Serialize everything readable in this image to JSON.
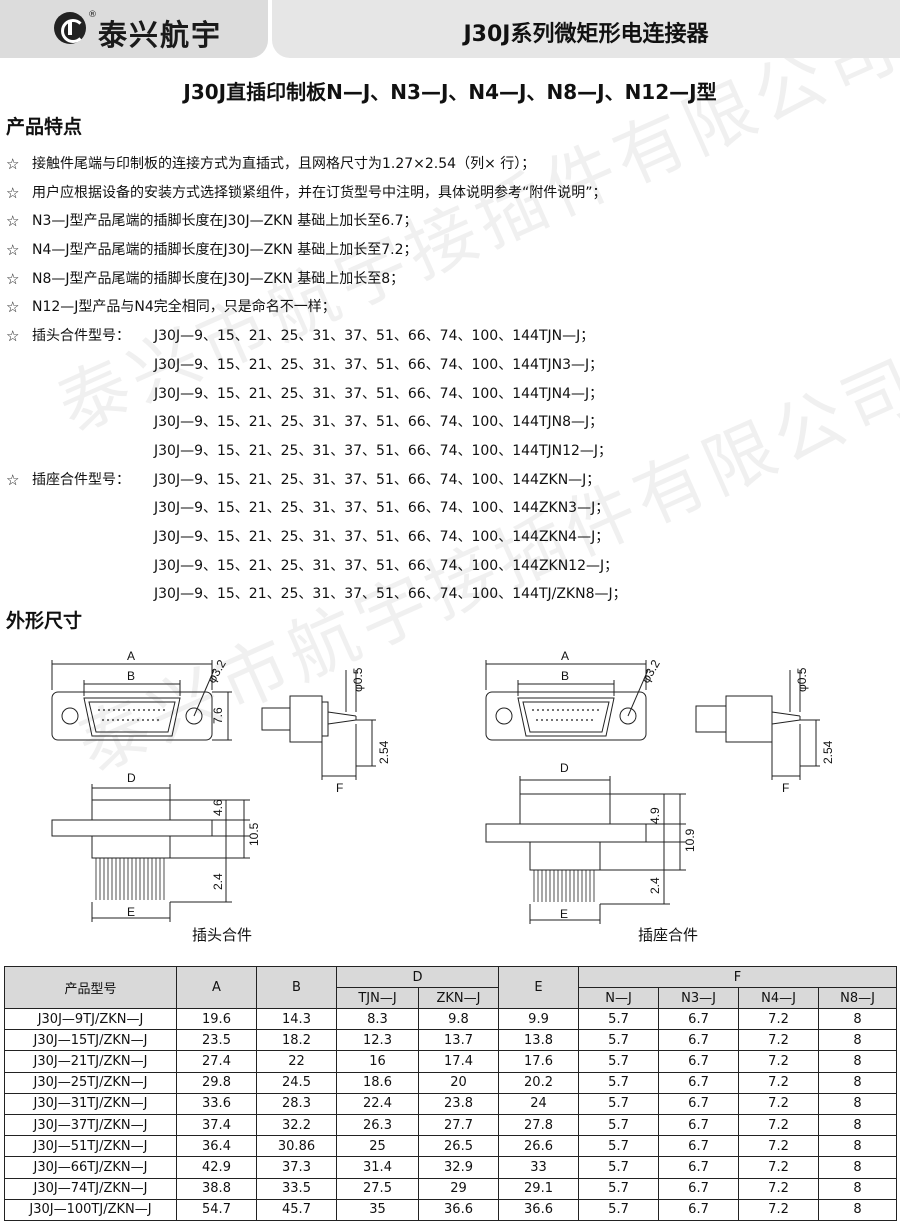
{
  "header": {
    "brand": "泰兴航宇",
    "registered_mark": "®",
    "series_title": "J30J系列微矩形电连接器"
  },
  "subtitle": "J30J直插印制板N—J、N3—J、N4—J、N8—J、N12—J型",
  "features_heading": "产品特点",
  "features": [
    "接触件尾端与印制板的连接方式为直插式，且网格尺寸为1.27×2.54（列×  行）；",
    "用户应根据设备的安装方式选择锁紧组件，并在订货型号中注明，具体说明参考“附件说明”；",
    "N3—J型产品尾端的插脚长度在J30J—ZKN 基础上加长至6.7；",
    "N4—J型产品尾端的插脚长度在J30J—ZKN 基础上加长至7.2；",
    "N8—J型产品尾端的插脚长度在J30J—ZKN 基础上加长至8；",
    "N12—J型产品与N4完全相同，只是命名不一样；"
  ],
  "plug_label": "插头合件型号：",
  "plug_models": [
    "J30J—9、15、21、25、31、37、51、66、74、100、144TJN—J；",
    "J30J—9、15、21、25、31、37、51、66、74、100、144TJN3—J；",
    "J30J—9、15、21、25、31、37、51、66、74、100、144TJN4—J；",
    "J30J—9、15、21、25、31、37、51、66、74、100、144TJN8—J；",
    "J30J—9、15、21、25、31、37、51、66、74、100、144TJN12—J；"
  ],
  "socket_label": "插座合件型号：",
  "socket_models": [
    "J30J—9、15、21、25、31、37、51、66、74、100、144ZKN—J；",
    "J30J—9、15、21、25、31、37、51、66、74、100、144ZKN3—J；",
    "J30J—9、15、21、25、31、37、51、66、74、100、144ZKN4—J；",
    "J30J—9、15、21、25、31、37、51、66、74、100、144ZKN12—J；",
    "J30J—9、15、21、25、31、37、51、66、74、100、144TJ/ZKN8—J；"
  ],
  "star_glyph": "☆",
  "dimensions_heading": "外形尺寸",
  "drawing_labels": {
    "A": "A",
    "B": "B",
    "D": "D",
    "E": "E",
    "F": "F",
    "phi32": "φ3.2",
    "phi05": "φ0.5",
    "d76": "7.6",
    "d254": "2.54",
    "d46": "4.6",
    "d105": "10.5",
    "d24": "2.4",
    "d49": "4.9",
    "d109": "10.9"
  },
  "captions": {
    "plug": "插头合件",
    "socket": "插座合件"
  },
  "watermark_text": "泰兴市航宇接插件有限公司",
  "table": {
    "headers": {
      "model": "产品型号",
      "A": "A",
      "B": "B",
      "D": "D",
      "E": "E",
      "F": "F",
      "tjn": "TJN—J",
      "zkn": "ZKN—J",
      "nj": "N—J",
      "n3j": "N3—J",
      "n4j": "N4—J",
      "n8j": "N8—J"
    },
    "rows": [
      [
        "J30J—9TJ/ZKN—J",
        "19.6",
        "14.3",
        "8.3",
        "9.8",
        "9.9",
        "5.7",
        "6.7",
        "7.2",
        "8"
      ],
      [
        "J30J—15TJ/ZKN—J",
        "23.5",
        "18.2",
        "12.3",
        "13.7",
        "13.8",
        "5.7",
        "6.7",
        "7.2",
        "8"
      ],
      [
        "J30J—21TJ/ZKN—J",
        "27.4",
        "22",
        "16",
        "17.4",
        "17.6",
        "5.7",
        "6.7",
        "7.2",
        "8"
      ],
      [
        "J30J—25TJ/ZKN—J",
        "29.8",
        "24.5",
        "18.6",
        "20",
        "20.2",
        "5.7",
        "6.7",
        "7.2",
        "8"
      ],
      [
        "J30J—31TJ/ZKN—J",
        "33.6",
        "28.3",
        "22.4",
        "23.8",
        "24",
        "5.7",
        "6.7",
        "7.2",
        "8"
      ],
      [
        "J30J—37TJ/ZKN—J",
        "37.4",
        "32.2",
        "26.3",
        "27.7",
        "27.8",
        "5.7",
        "6.7",
        "7.2",
        "8"
      ],
      [
        "J30J—51TJ/ZKN—J",
        "36.4",
        "30.86",
        "25",
        "26.5",
        "26.6",
        "5.7",
        "6.7",
        "7.2",
        "8"
      ],
      [
        "J30J—66TJ/ZKN—J",
        "42.9",
        "37.3",
        "31.4",
        "32.9",
        "33",
        "5.7",
        "6.7",
        "7.2",
        "8"
      ],
      [
        "J30J—74TJ/ZKN—J",
        "38.8",
        "33.5",
        "27.5",
        "29",
        "29.1",
        "5.7",
        "6.7",
        "7.2",
        "8"
      ],
      [
        "J30J—100TJ/ZKN—J",
        "54.7",
        "45.7",
        "35",
        "36.6",
        "36.6",
        "5.7",
        "6.7",
        "7.2",
        "8"
      ]
    ]
  }
}
